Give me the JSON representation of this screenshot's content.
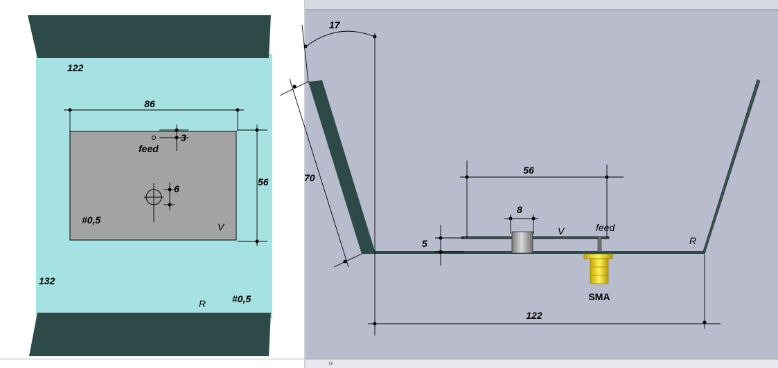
{
  "colors": {
    "top_view_background": "#ffffff",
    "side_view_background": "#b8bccc",
    "ground_plane_fill": "#a5e2e1",
    "reflector_panel_fill": "#2e4a48",
    "patch_fill": "#a3a3a3",
    "dimension_lines": "#000000",
    "sma_connector": "#f0e020"
  },
  "top_view": {
    "reflector_width": "122",
    "patch_width": "86",
    "feed_offset": "3",
    "feed_label": "feed",
    "post_diameter": "6",
    "patch_height": "56",
    "patch_thickness": "#0,5",
    "patch_label": "V",
    "reflector_length": "132",
    "reflector_label": "R",
    "reflector_thickness": "#0,5"
  },
  "side_view": {
    "side_angle": "17",
    "side_length": "70",
    "patch_width": "56",
    "post_width": "8",
    "patch_label": "V",
    "feed_label": "feed",
    "patch_height": "5",
    "reflector_label": "R",
    "connector_label": "SMA",
    "reflector_width": "122"
  }
}
